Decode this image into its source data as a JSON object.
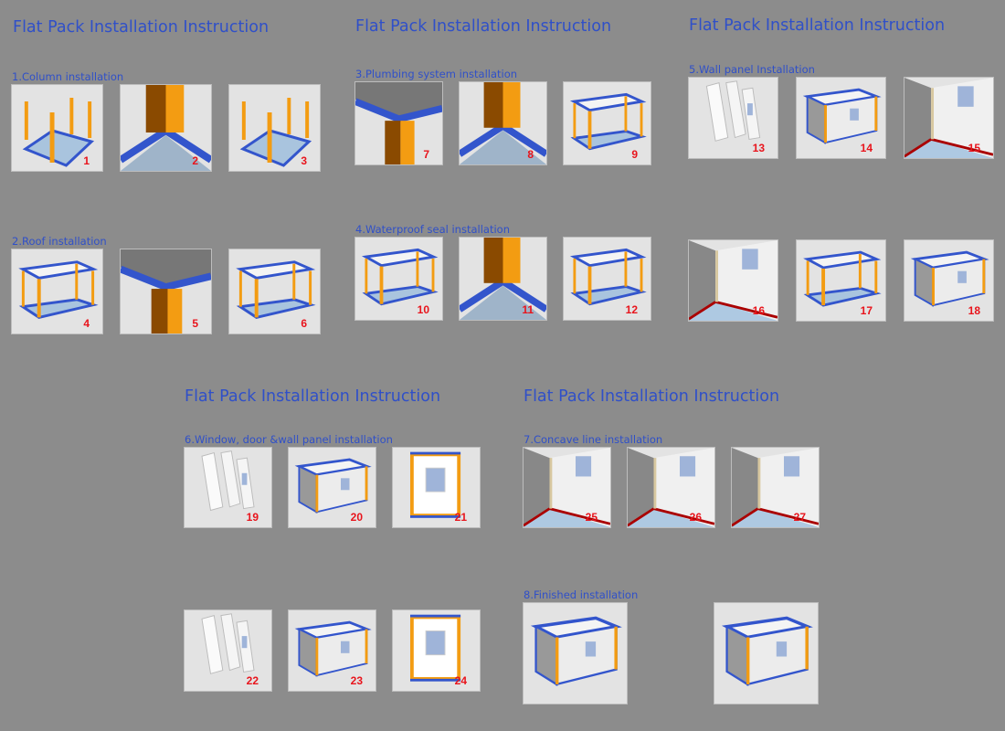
{
  "titles": [
    "Flat Pack Installation Instruction",
    "Flat Pack Installation Instruction",
    "Flat Pack Installation Instruction",
    "Flat Pack Installation Instruction",
    "Flat Pack Installation Instruction"
  ],
  "sections": [
    {
      "id": "s1",
      "label": "1.Column installation",
      "tiles": [
        {
          "n": "1",
          "kind": "columns"
        },
        {
          "n": "2",
          "kind": "corner"
        },
        {
          "n": "3",
          "kind": "columns"
        }
      ]
    },
    {
      "id": "s2",
      "label": "2.Roof installation",
      "tiles": [
        {
          "n": "4",
          "kind": "frame"
        },
        {
          "n": "5",
          "kind": "corner-roof"
        },
        {
          "n": "6",
          "kind": "frame"
        }
      ]
    },
    {
      "id": "s3",
      "label": "3.Plumbing system installation",
      "tiles": [
        {
          "n": "7",
          "kind": "corner-roof"
        },
        {
          "n": "8",
          "kind": "corner"
        },
        {
          "n": "9",
          "kind": "frame"
        }
      ]
    },
    {
      "id": "s4",
      "label": "4.Waterproof seal installation",
      "tiles": [
        {
          "n": "10",
          "kind": "frame"
        },
        {
          "n": "11",
          "kind": "corner"
        },
        {
          "n": "12",
          "kind": "frame"
        }
      ]
    },
    {
      "id": "s5",
      "label": "5.Wall panel Installation",
      "tiles": [
        {
          "n": "13",
          "kind": "panels"
        },
        {
          "n": "14",
          "kind": "box"
        },
        {
          "n": "15",
          "kind": "interior"
        }
      ]
    },
    {
      "id": "s5b",
      "label": "",
      "tiles": [
        {
          "n": "16",
          "kind": "interior"
        },
        {
          "n": "17",
          "kind": "frame"
        },
        {
          "n": "18",
          "kind": "box"
        }
      ]
    },
    {
      "id": "s6",
      "label": "6.Window, door &wall panel installation",
      "tiles": [
        {
          "n": "19",
          "kind": "panels"
        },
        {
          "n": "20",
          "kind": "box"
        },
        {
          "n": "21",
          "kind": "window"
        }
      ]
    },
    {
      "id": "s6b",
      "label": "",
      "tiles": [
        {
          "n": "22",
          "kind": "panels"
        },
        {
          "n": "23",
          "kind": "box"
        },
        {
          "n": "24",
          "kind": "window"
        }
      ]
    },
    {
      "id": "s7",
      "label": "7.Concave line installation",
      "tiles": [
        {
          "n": "25",
          "kind": "interior"
        },
        {
          "n": "26",
          "kind": "interior"
        },
        {
          "n": "27",
          "kind": "interior"
        }
      ]
    },
    {
      "id": "s8",
      "label": "8.Finished installation",
      "tiles": [
        {
          "n": "",
          "kind": "box"
        },
        {
          "n": "",
          "kind": "box"
        }
      ]
    }
  ],
  "colors": {
    "title": "#3050c8",
    "number": "#e8141c",
    "column": "#f39c12",
    "beam": "#3355cc",
    "floor": "#a9c4de"
  }
}
